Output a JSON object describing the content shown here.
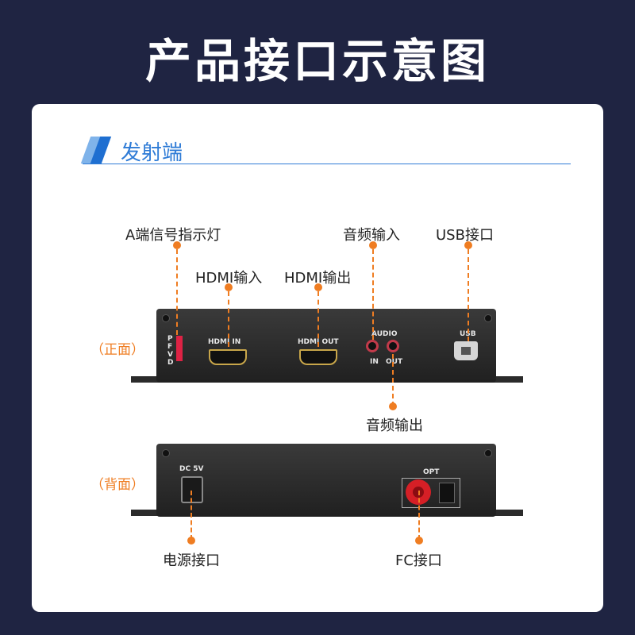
{
  "header": {
    "title": "产品接口示意图"
  },
  "section": {
    "title": "发射端"
  },
  "labels": {
    "led": "A端信号指示灯",
    "hdmi_in": "HDMI输入",
    "hdmi_out": "HDMI输出",
    "audio_in": "音频输入",
    "usb": "USB接口",
    "audio_out": "音频输出",
    "power": "电源接口",
    "fc": "FC接口"
  },
  "sides": {
    "front": "（正面）",
    "back": "（背面）"
  },
  "device_front": {
    "led_letters": [
      "P",
      "F",
      "V",
      "D"
    ],
    "hdmi_in": "HDMI IN",
    "hdmi_out": "HDMI OUT",
    "audio": "AUDIO",
    "in": "IN",
    "out": "OUT",
    "usb": "USB"
  },
  "device_back": {
    "dc": "DC 5V",
    "opt": "OPT"
  },
  "colors": {
    "accent": "#ef7d22",
    "blue": "#2e7bd6",
    "bg": "#1f2442"
  }
}
